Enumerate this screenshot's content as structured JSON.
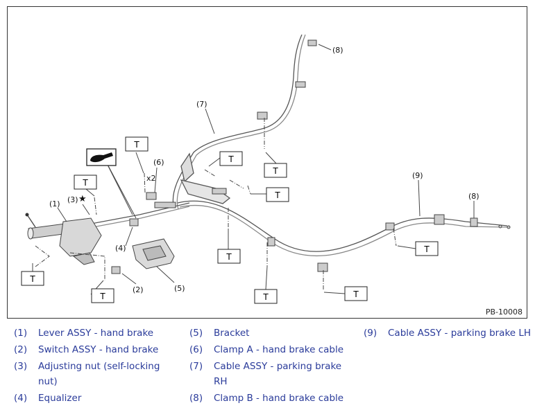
{
  "figure_code": "PB-10008",
  "torque_label": "T",
  "multiplier_label": "x2",
  "star": "★",
  "callouts": {
    "c1": "(1)",
    "c2": "(2)",
    "c3": "(3)",
    "c4": "(4)",
    "c5": "(5)",
    "c6": "(6)",
    "c7": "(7)",
    "c8a": "(8)",
    "c8b": "(8)",
    "c9": "(9)"
  },
  "legend": [
    {
      "num": "(1)",
      "line1": "Lever ASSY - hand brake",
      "line2": ""
    },
    {
      "num": "(2)",
      "line1": "Switch ASSY - hand brake",
      "line2": ""
    },
    {
      "num": "(3)",
      "line1": "Adjusting nut (self-locking",
      "line2": "nut)"
    },
    {
      "num": "(4)",
      "line1": "Equalizer",
      "line2": ""
    },
    {
      "num": "(5)",
      "line1": "Bracket",
      "line2": ""
    },
    {
      "num": "(6)",
      "line1": "Clamp A - hand brake cable",
      "line2": ""
    },
    {
      "num": "(7)",
      "line1": "Cable ASSY - parking brake",
      "line2": "RH"
    },
    {
      "num": "(8)",
      "line1": "Clamp B - hand brake cable",
      "line2": ""
    },
    {
      "num": "(9)",
      "line1": "Cable ASSY - parking brake LH",
      "line2": ""
    }
  ]
}
